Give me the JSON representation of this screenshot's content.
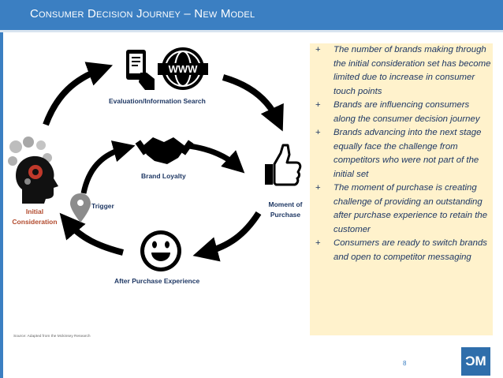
{
  "header": {
    "title": "Consumer Decision Journey – New Model"
  },
  "diagram": {
    "evaluation": "Evaluation/Information Search",
    "www": "WWW",
    "brand_loyalty": "Brand Loyalty",
    "trigger": "Trigger",
    "initial_line1": "Initial",
    "initial_line2": "Consideration",
    "moment_line1": "Moment of",
    "moment_line2": "Purchase",
    "after_purchase": "After Purchase Experience"
  },
  "bullets": [
    {
      "mark": "+",
      "text": "The number of brands making through the initial consideration set has become limited due to increase in  consumer touch points"
    },
    {
      "mark": "+",
      "text": "Brands are influencing consumers along the consumer decision journey"
    },
    {
      "mark": "+",
      "text": "Brands advancing into the next stage equally face the challenge from competitors who were not part of the initial set"
    },
    {
      "mark": "+",
      "text": "The moment of purchase is creating challenge of providing an outstanding after purchase experience to retain the customer"
    },
    {
      "mark": "+",
      "text": "Consumers are ready to switch brands and open to competitor messaging"
    }
  ],
  "footer": {
    "source": "Source: Adapted from the Mckinsey Research",
    "page": "8",
    "logo": "ƆM"
  },
  "colors": {
    "header": "#3b7fc2",
    "panel": "#fff2cc",
    "text": "#1f3864",
    "initial": "#b24a2d"
  },
  "icons": [
    "smartphone-touch-icon",
    "www-globe-icon",
    "thumbs-up-icon",
    "handshake-icon",
    "smiley-face-icon",
    "head-gears-icon",
    "map-pin-icon"
  ]
}
